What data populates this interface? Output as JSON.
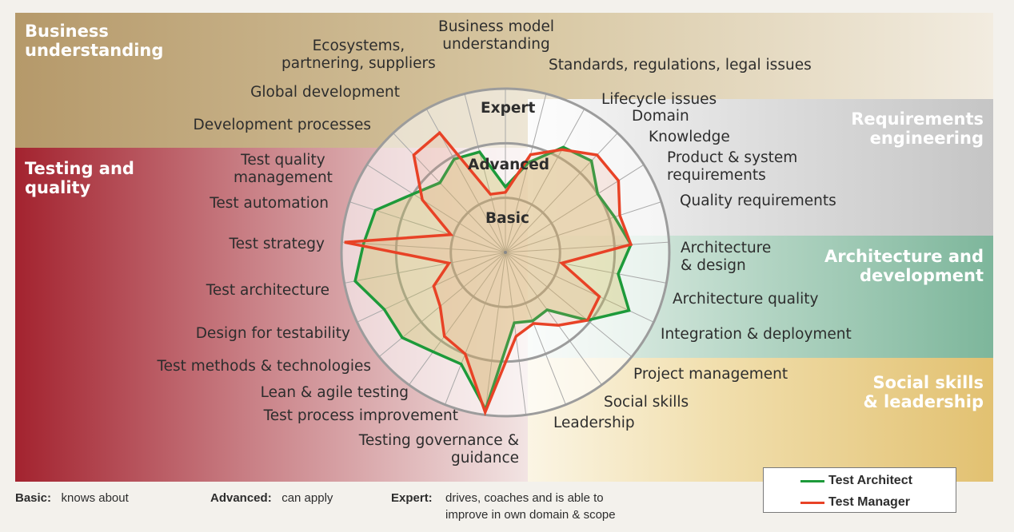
{
  "colors": {
    "business": "#b59a66",
    "testing": "#a52a34",
    "requirements": "#c8c8c8",
    "architecture": "#7fb69c",
    "social": "#e3c374",
    "architect_line": "#1d9a3a",
    "manager_line": "#e84226"
  },
  "regions": {
    "business": "Business\nunderstanding",
    "testing": "Testing and\nquality",
    "requirements": "Requirements\nengineering",
    "architecture": "Architecture and\ndevelopment",
    "social": "Social skills\n& leadership"
  },
  "rings": {
    "basic": "Basic",
    "advanced": "Advanced",
    "expert": "Expert"
  },
  "chart_data": {
    "type": "radar",
    "levels": [
      "Basic",
      "Advanced",
      "Expert"
    ],
    "scale": [
      0,
      3
    ],
    "axes": [
      "Business model\nunderstanding",
      "Standards, regulations, legal issues",
      "Lifecycle issues",
      "Domain",
      "Knowledge",
      "Product & system\nrequirements",
      "Quality requirements",
      "Architecture\n& design",
      "Architecture quality",
      "Integration & deployment",
      "Project management",
      "Social skills",
      "Leadership",
      "Testing governance &\nguidance",
      "Test process improvement",
      "Lean & agile testing",
      "Test methods & technologies",
      "Design for testability",
      "Test architecture",
      "Test strategy",
      "Test automation",
      "Test quality\nmanagement",
      "Global development",
      "Development processes",
      "Ecosystems,\npartnering, suppliers"
    ],
    "series": [
      {
        "name": "Test Architect",
        "color": "#1d9a3a",
        "values": [
          1.2,
          1.7,
          2.2,
          2.3,
          2.0,
          2.1,
          2.3,
          2.1,
          2.5,
          1.95,
          1.3,
          1.35,
          1.3,
          2.9,
          2.2,
          2.25,
          2.45,
          2.45,
          2.8,
          2.6,
          2.5,
          2.0,
          1.75,
          1.95,
          1.9
        ]
      },
      {
        "name": "Test Manager",
        "color": "#e84226",
        "values": [
          1.1,
          1.85,
          2.15,
          2.45,
          2.45,
          2.2,
          2.3,
          1.05,
          1.9,
          1.95,
          1.65,
          1.4,
          1.55,
          2.95,
          2.0,
          1.9,
          1.55,
          1.45,
          1.05,
          2.95,
          1.05,
          1.8,
          2.45,
          2.5,
          1.1
        ]
      }
    ]
  },
  "legend": {
    "architect": "Test Architect",
    "manager": "Test Manager"
  },
  "footer": {
    "basic_term": "Basic:",
    "basic_def": "knows about",
    "advanced_term": "Advanced:",
    "advanced_def": "can apply",
    "expert_term": "Expert:",
    "expert_def1": "drives, coaches and is able to",
    "expert_def2": "improve in own domain & scope"
  }
}
